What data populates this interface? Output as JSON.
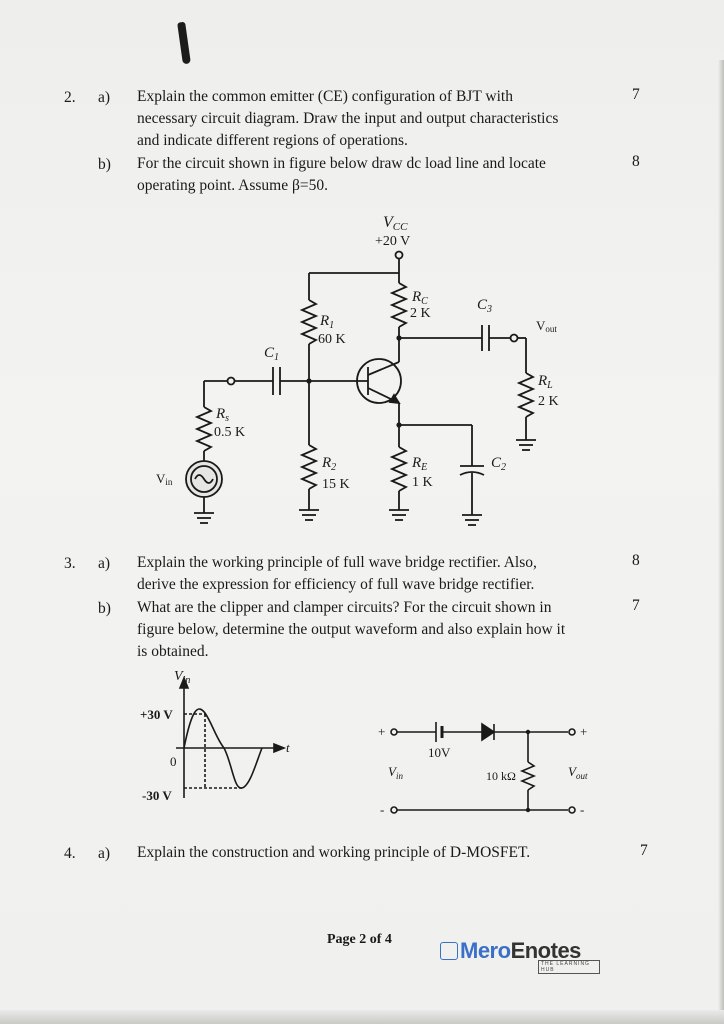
{
  "q2": {
    "number": "2.",
    "a": {
      "label": "a)",
      "lines": [
        "Explain the common emitter (CE) configuration of BJT with",
        "necessary circuit diagram. Draw the input and output characteristics",
        "and indicate different regions of operations."
      ],
      "marks": "7"
    },
    "b": {
      "label": "b)",
      "lines": [
        "For the circuit shown in figure below draw dc load line and locate",
        "operating point. Assume β=50."
      ],
      "marks": "8"
    }
  },
  "circuit1": {
    "vcc_label": "V",
    "vcc_sub": "CC",
    "vcc_value": "+20 V",
    "r1_name": "R",
    "r1_sub": "1",
    "r1_value": "60 K",
    "rc_name": "R",
    "rc_sub": "C",
    "rc_value": "2 K",
    "c1_name": "C",
    "c1_sub": "1",
    "c3_name": "C",
    "c3_sub": "3",
    "vout_name": "V",
    "vout_sub": "out",
    "rl_name": "R",
    "rl_sub": "L",
    "rl_value": "2 K",
    "rs_name": "R",
    "rs_sub": "s",
    "rs_value": "0.5 K",
    "vin_name": "V",
    "vin_sub": "in",
    "r2_name": "R",
    "r2_sub": "2",
    "r2_value": "15 K",
    "re_name": "R",
    "re_sub": "E",
    "re_value": "1 K",
    "c2_name": "C",
    "c2_sub": "2"
  },
  "q3": {
    "number": "3.",
    "a": {
      "label": "a)",
      "lines": [
        "Explain the working principle of full wave bridge rectifier. Also,",
        "derive the expression for efficiency of full wave bridge rectifier."
      ],
      "marks": "8"
    },
    "b": {
      "label": "b)",
      "lines": [
        "What are the clipper and clamper circuits? For the circuit shown in",
        "figure below, determine the output waveform and also explain how it",
        "is obtained."
      ],
      "marks": "7"
    }
  },
  "waveform": {
    "vin_name": "V",
    "vin_sub": "in",
    "pos_label": "+30 V",
    "zero_label": "0",
    "neg_label": "-30 V",
    "t_label": "t"
  },
  "clamper": {
    "plus_in": "+",
    "plus_out": "+",
    "minus_in": "-",
    "minus_out": "-",
    "battery_value": "10V",
    "vin_name": "V",
    "vin_sub": "in",
    "resistor_value": "10 kΩ",
    "vout_name": "V",
    "vout_sub": "out"
  },
  "q4": {
    "number": "4.",
    "a": {
      "label": "a)",
      "lines": [
        "Explain the construction and working principle of D-MOSFET."
      ],
      "marks": "7"
    }
  },
  "footer": {
    "page": "Page 2 of 4",
    "logo_part1": "Mero",
    "logo_part2": "Enotes",
    "logo_tagline": "THE LEARNING HUB"
  }
}
